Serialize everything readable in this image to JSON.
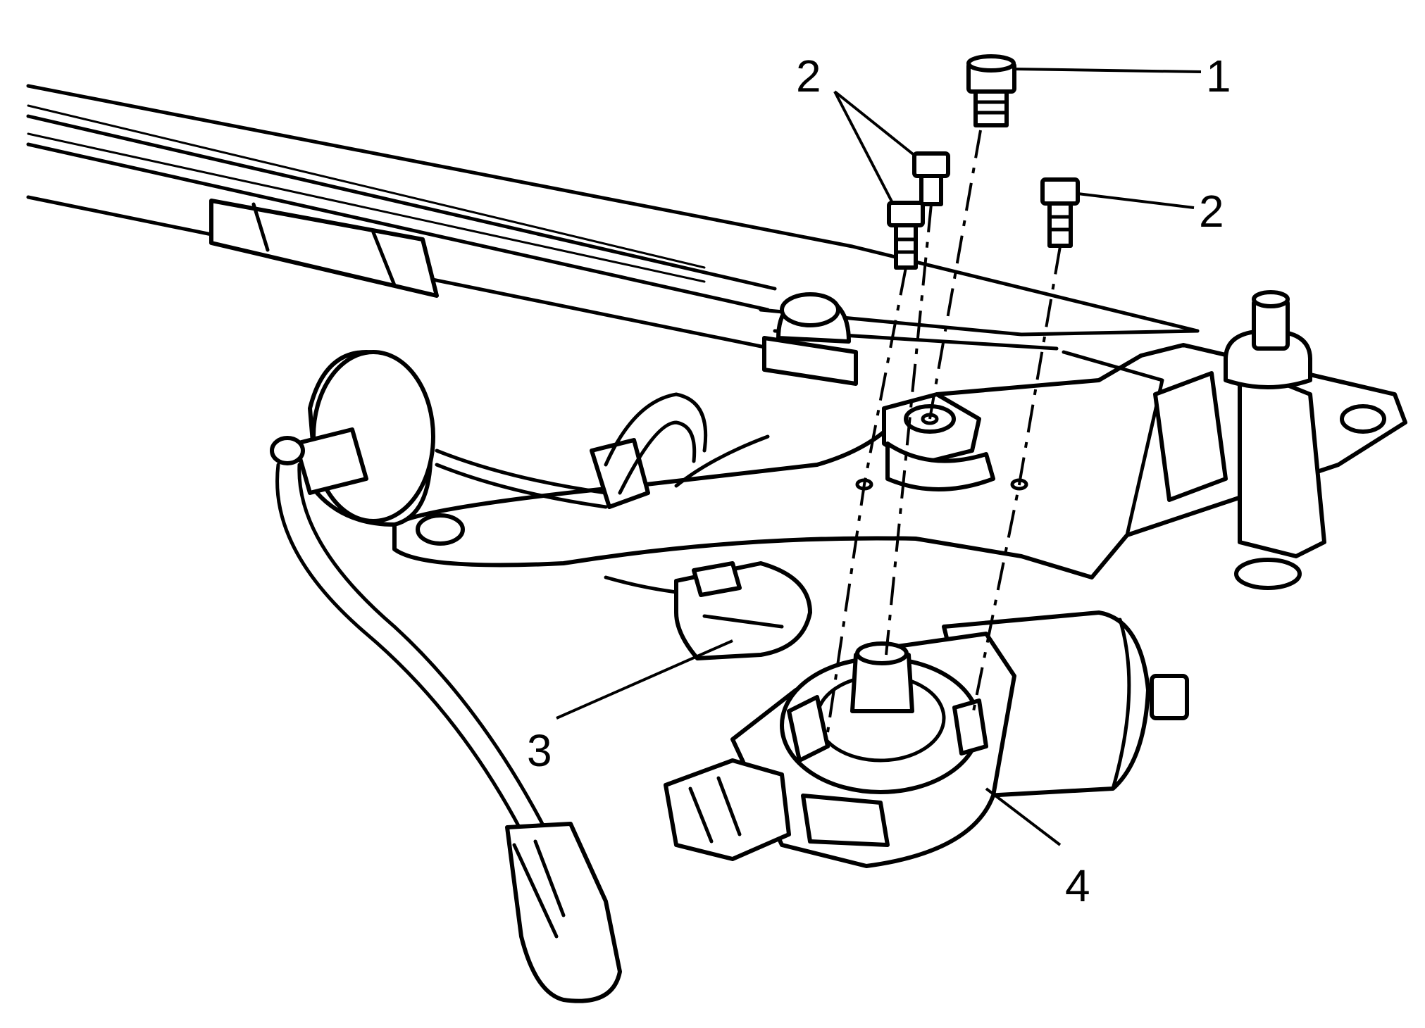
{
  "figure": {
    "callouts": [
      {
        "id": "bolt-1",
        "label": "1"
      },
      {
        "id": "bolts-2-pair",
        "label": "2"
      },
      {
        "id": "bolt-2-right",
        "label": "2"
      },
      {
        "id": "connector-3",
        "label": "3"
      },
      {
        "id": "motor-4",
        "label": "4"
      }
    ]
  }
}
